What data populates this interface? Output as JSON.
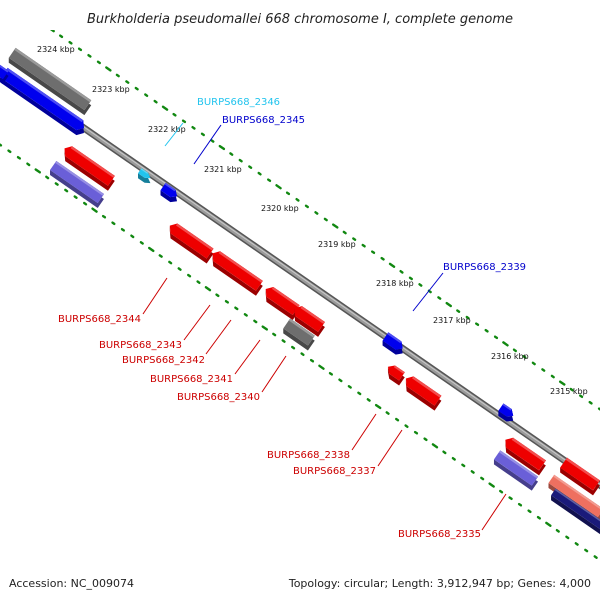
{
  "title": "Burkholderia pseudomallei 668 chromosome I, complete genome",
  "footer": {
    "accession": "Accession: NC_009074",
    "topology": "Topology: circular; Length: 3,912,947 bp; Genes: 4,000"
  },
  "colors": {
    "forward_cds": "#0000ee",
    "reverse_cds": "#ee0000",
    "forward_other": "#22c4ee",
    "pseudo_blue": "#6a5fd8",
    "gray_feature": "#6e6e6e",
    "tick": "#118811",
    "backbone": "#888888"
  },
  "scale_ticks": [
    "2324 kbp",
    "2323 kbp",
    "2322 kbp",
    "2321 kbp",
    "2320 kbp",
    "2319 kbp",
    "2318 kbp",
    "2317 kbp",
    "2316 kbp",
    "2315 kbp"
  ],
  "gene_labels": {
    "burps668_2346": "BURPS668_2346",
    "burps668_2345": "BURPS668_2345",
    "burps668_2339": "BURPS668_2339",
    "burps668_2344": "BURPS668_2344",
    "burps668_2343": "BURPS668_2343",
    "burps668_2342": "BURPS668_2342",
    "burps668_2341": "BURPS668_2341",
    "burps668_2340": "BURPS668_2340",
    "burps668_2338": "BURPS668_2338",
    "burps668_2337": "BURPS668_2337",
    "burps668_2335": "BURPS668_2335"
  }
}
